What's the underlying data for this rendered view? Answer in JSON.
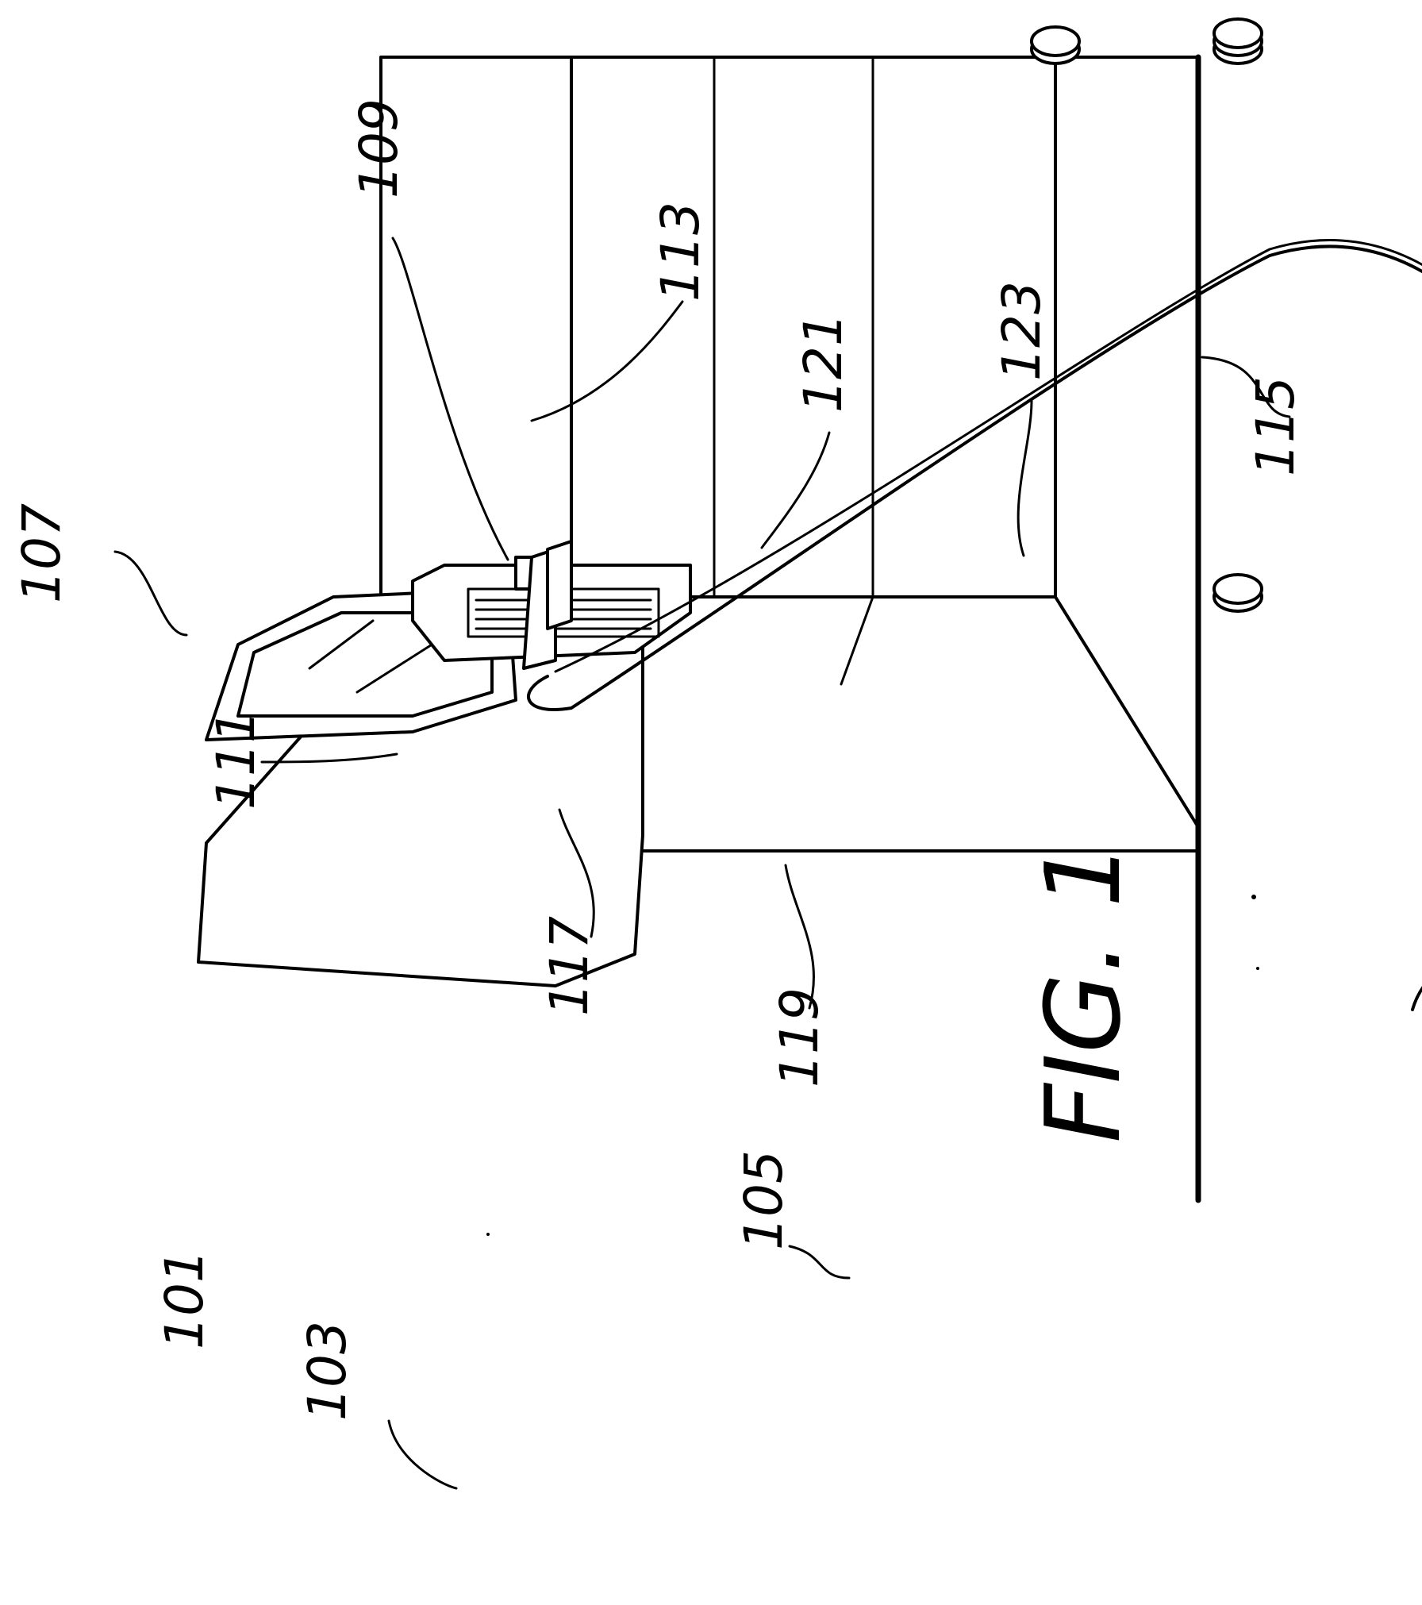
{
  "figure": {
    "caption": "FIG. 1",
    "labels": {
      "system": "101",
      "transducer": "103",
      "cable": "105",
      "monitor": "107",
      "trackball": "109",
      "keyboard": "111",
      "probe_holder": "113",
      "cabinet": "115",
      "front_upper_left": "117",
      "front_lower_left": "119",
      "side_upper": "121",
      "side_lower": "123"
    }
  }
}
